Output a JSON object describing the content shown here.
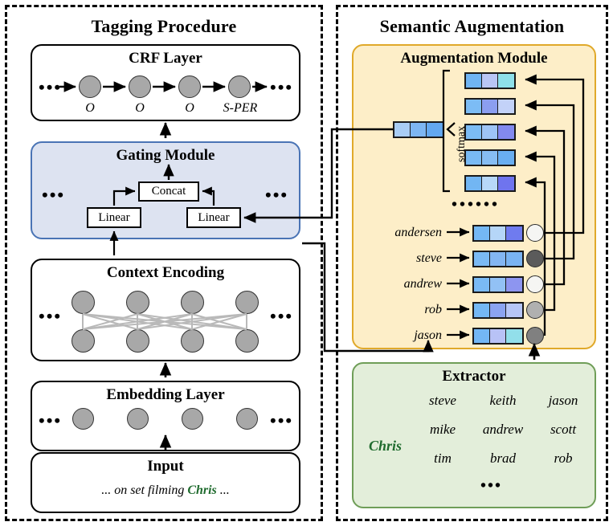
{
  "panels": {
    "left": {
      "title": "Tagging Procedure"
    },
    "right": {
      "title": "Semantic Augmentation"
    }
  },
  "colors": {
    "gating_fill": "#dde3f1",
    "gating_border": "#4a74b5",
    "augment_fill": "#fdeec8",
    "augment_border": "#e0a92a",
    "extractor_fill": "#e3eeda",
    "extractor_border": "#6f9e58",
    "node_gray": "#a8a8a8",
    "highlight_green": "#1f6b2e"
  },
  "crf": {
    "title": "CRF Layer",
    "left_ellipsis": "•••",
    "right_ellipsis": "•••",
    "tags": [
      "O",
      "O",
      "O",
      "S-PER"
    ]
  },
  "gating": {
    "title": "Gating Module",
    "left_ellipsis": "•••",
    "right_ellipsis": "•••",
    "concat_label": "Concat",
    "linear_left_label": "Linear",
    "linear_right_label": "Linear"
  },
  "context": {
    "title": "Context Encoding",
    "left_ellipsis": "•••",
    "right_ellipsis": "•••",
    "top_nodes": 4,
    "bottom_nodes": 4
  },
  "embedding": {
    "title": "Embedding Layer",
    "left_ellipsis": "•••",
    "right_ellipsis": "•••",
    "nodes": 4
  },
  "input": {
    "title": "Input",
    "prefix": "... on  set  filming ",
    "entity": "Chris",
    "suffix": " ..."
  },
  "augmentation": {
    "title": "Augmentation Module",
    "softmax_label": "softmax",
    "middle_ellipsis": "••••••",
    "query_vector": [
      "#a9cdf5",
      "#7db6f2",
      "#63a8f0"
    ],
    "softmax_rows": [
      {
        "cells": [
          "#6fb4f3",
          "#b9c6f5",
          "#8ee0ea"
        ]
      },
      {
        "cells": [
          "#7cbcf5",
          "#8b9ef0",
          "#c3d2f8"
        ]
      },
      {
        "cells": [
          "#7cbcf5",
          "#9ec4f6",
          "#8289ef"
        ]
      },
      {
        "cells": [
          "#79baf4",
          "#86bdf3",
          "#69aef1"
        ]
      },
      {
        "cells": [
          "#72b6f3",
          "#b7d8f8",
          "#6f74ee"
        ]
      }
    ],
    "candidates": [
      {
        "label": "andersen",
        "cells": [
          "#74b8f4",
          "#b5d6f8",
          "#6f7bef"
        ],
        "score_color": "#f5f5f3"
      },
      {
        "label": "steve",
        "cells": [
          "#7abaf4",
          "#83b6f2",
          "#79b3f2"
        ],
        "score_color": "#5b5b5b"
      },
      {
        "label": "andrew",
        "cells": [
          "#7abaf4",
          "#92c1f5",
          "#8d95f0"
        ],
        "score_color": "#f5f5f3"
      },
      {
        "label": "rob",
        "cells": [
          "#74b8f4",
          "#8ba4f1",
          "#b6c6f7"
        ],
        "score_color": "#b0b0b0"
      },
      {
        "label": "jason",
        "cells": [
          "#73b7f4",
          "#b8c2f6",
          "#92dfea"
        ],
        "score_color": "#808080"
      }
    ]
  },
  "extractor": {
    "title": "Extractor",
    "query": "Chris",
    "rows": [
      [
        "steve",
        "keith",
        "jason"
      ],
      [
        "mike",
        "andrew",
        "scott"
      ],
      [
        "tim",
        "brad",
        "rob"
      ]
    ],
    "tail_ellipsis": "•••"
  }
}
